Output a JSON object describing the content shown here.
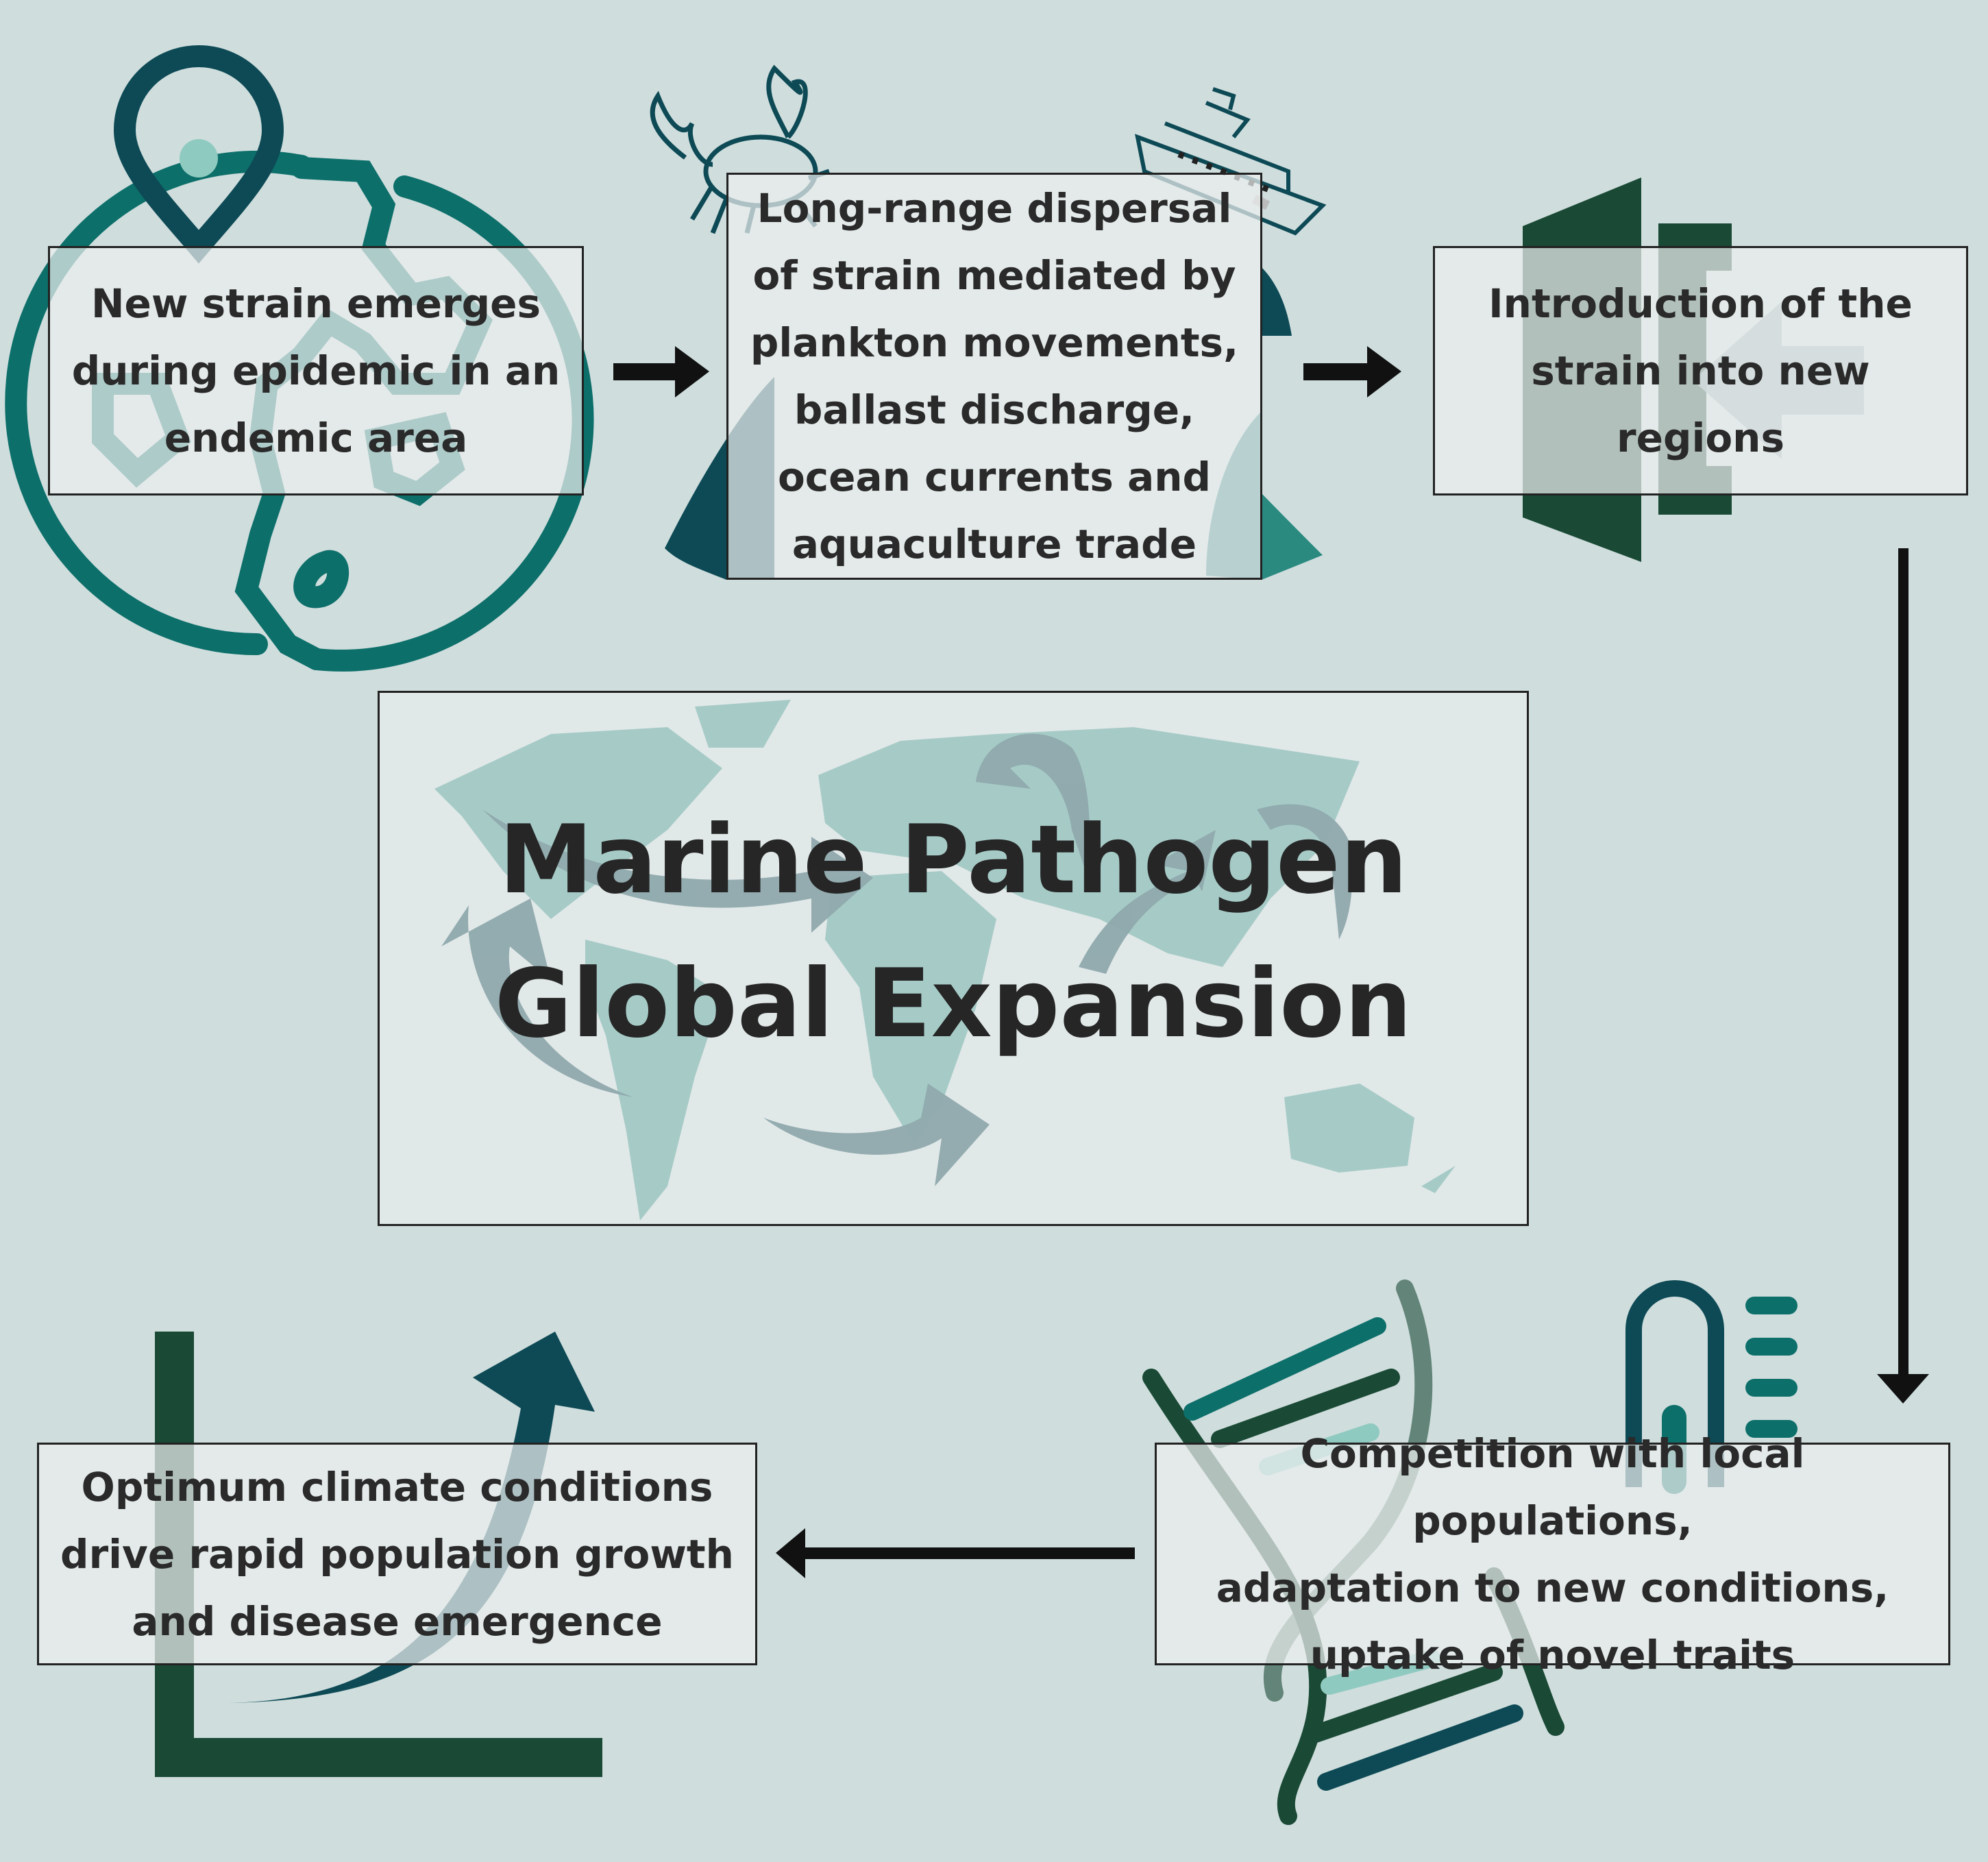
{
  "title": {
    "line1": "Marine Pathogen",
    "line2": "Global Expansion"
  },
  "steps": [
    {
      "lines": [
        "New strain emerges",
        "during epidemic in an",
        "endemic area"
      ],
      "icon": "globe-pin-icon"
    },
    {
      "lines": [
        "Long-range dispersal",
        "of strain mediated by",
        "plankton movements,",
        "ballast discharge,",
        "ocean currents and",
        "aquaculture trade"
      ],
      "icon": "crab-ship-wave-icon"
    },
    {
      "lines": [
        "Introduction of the",
        "strain into new regions"
      ],
      "icon": "door-enter-icon"
    },
    {
      "lines": [
        "Competition with local populations,",
        "adaptation to new conditions,",
        "uptake of novel traits"
      ],
      "icon": "dna-thermometer-icon"
    },
    {
      "lines": [
        "Optimum climate conditions",
        "drive rapid population growth",
        "and disease emergence"
      ],
      "icon": "growth-chart-icon"
    }
  ],
  "colors": {
    "background": "#cfdddd",
    "teal": "#0d6f6a",
    "dark_teal": "#0d4a55",
    "dark_green": "#1a4a35",
    "map": "#a6cbc7",
    "map_arrow": "#8fa9ad"
  }
}
